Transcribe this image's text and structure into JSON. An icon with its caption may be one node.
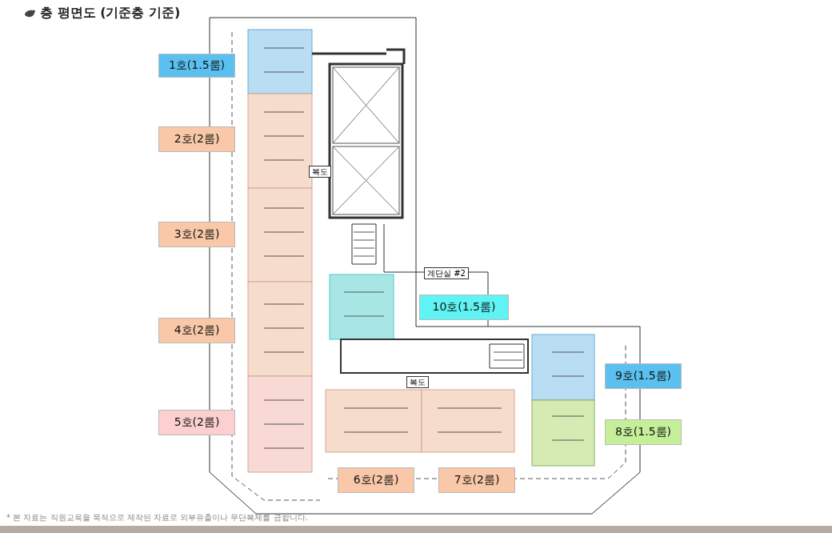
{
  "diagram": {
    "title": "층 평면도 (기준층 기준)",
    "caption": "* 본 자료는 직원교육을 목적으로 제작된 자료로 외부유출이나 무단복제를 금합니다.",
    "nodes": [
      {
        "text": [
          "1호(1.5룸)"
        ]
      },
      {
        "text": [
          "2호(2룸)"
        ]
      },
      {
        "text": [
          "3호(2룸)"
        ]
      },
      {
        "text": [
          "4호(2룸)"
        ]
      },
      {
        "text": [
          "5호(2룸)"
        ]
      },
      {
        "text": [
          "6호(2룸)"
        ]
      },
      {
        "text": [
          "7호(2룸)"
        ]
      },
      {
        "text": [
          "8호(1.5룸)"
        ]
      },
      {
        "text": [
          "9호(1.5룸)"
        ]
      },
      {
        "text": [
          "10호(1.5룸)"
        ]
      }
    ],
    "labels": [
      "계단실 #2",
      "복도",
      "복도"
    ]
  }
}
